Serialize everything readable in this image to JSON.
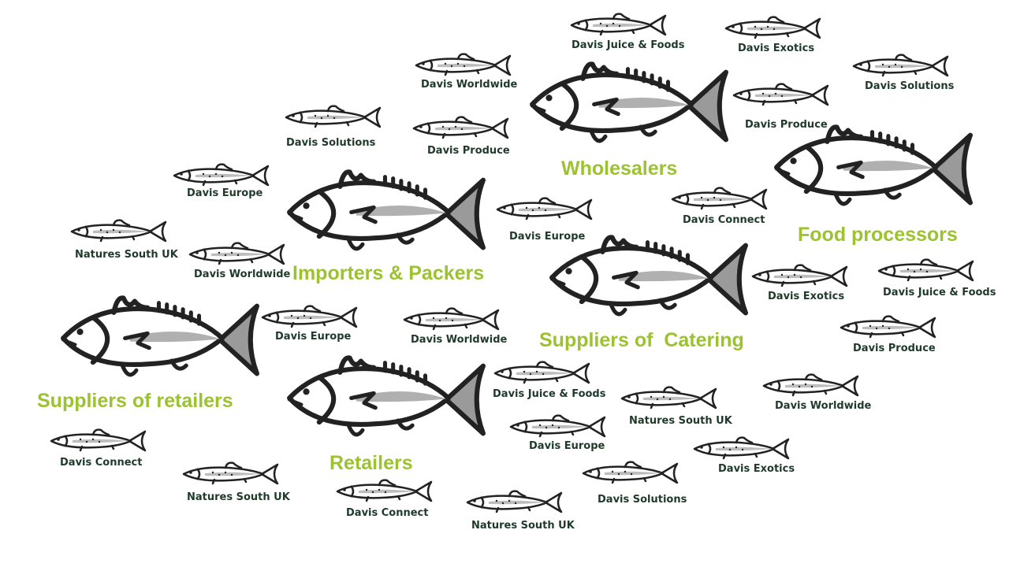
{
  "colors": {
    "accent_green": "#9cc22f",
    "small_label": "#1f3a2a",
    "fish_outline": "#222222",
    "fish_belly_stripe": "#b0b0b0",
    "fish_tail": "#9a9a9a"
  },
  "icons": {
    "big_fish": "large-fish-icon",
    "small_fish": "small-fish-icon"
  },
  "big_fish": [
    {
      "label": "Wholesalers"
    },
    {
      "label": "Food processors"
    },
    {
      "label": "Importers & Packers"
    },
    {
      "label": "Suppliers of  Catering"
    },
    {
      "label": "Suppliers of retailers"
    },
    {
      "label": "Retailers"
    }
  ],
  "small_fish": [
    {
      "label": "Davis Juice & Foods"
    },
    {
      "label": "Davis Exotics"
    },
    {
      "label": "Davis Worldwide"
    },
    {
      "label": "Davis Solutions"
    },
    {
      "label": "Davis Solutions"
    },
    {
      "label": "Davis Produce"
    },
    {
      "label": "Davis Produce"
    },
    {
      "label": "Davis Europe"
    },
    {
      "label": "Davis Connect"
    },
    {
      "label": "Davis Europe"
    },
    {
      "label": "Natures South UK"
    },
    {
      "label": "Davis Worldwide"
    },
    {
      "label": "Davis Exotics"
    },
    {
      "label": "Davis Juice & Foods"
    },
    {
      "label": "Davis Europe"
    },
    {
      "label": "Davis Worldwide"
    },
    {
      "label": "Davis Produce"
    },
    {
      "label": "Davis Juice & Foods"
    },
    {
      "label": "Natures South UK"
    },
    {
      "label": "Davis Worldwide"
    },
    {
      "label": "Davis Connect"
    },
    {
      "label": "Davis Europe"
    },
    {
      "label": "Natures South UK"
    },
    {
      "label": "Davis Exotics"
    },
    {
      "label": "Davis Connect"
    },
    {
      "label": "Davis Solutions"
    },
    {
      "label": "Natures South UK"
    }
  ]
}
